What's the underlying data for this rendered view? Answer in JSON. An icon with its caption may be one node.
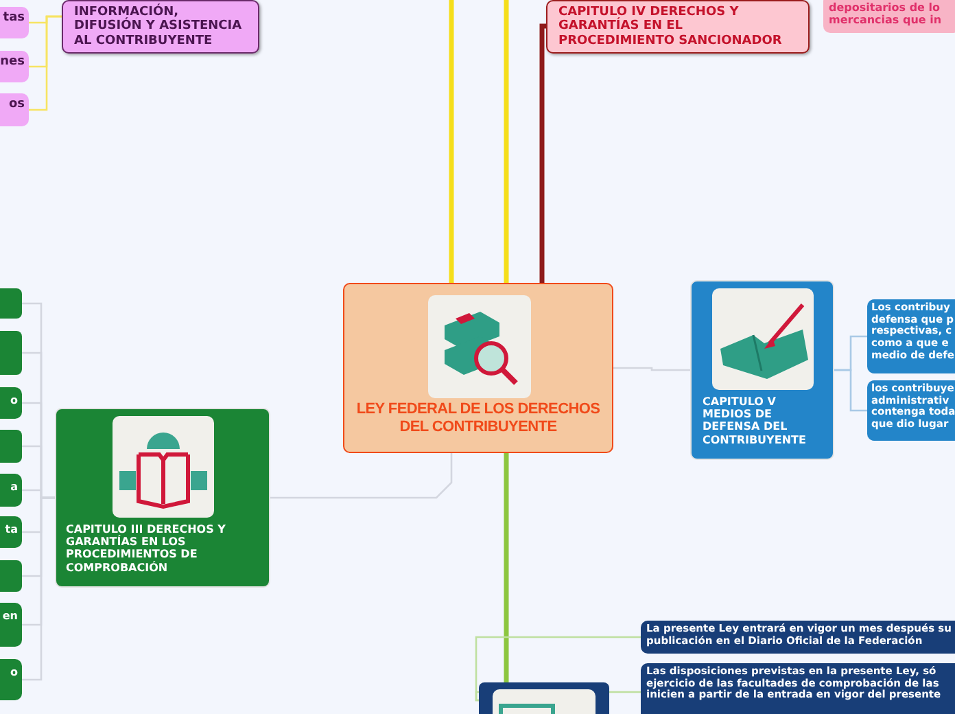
{
  "diagram": {
    "nodes": [
      {
        "text": [
          "INFORMACIÓN, DIFUSIÓN Y ASISTENCIA AL CONTRIBUYENTE"
        ]
      },
      {
        "text": [
          "tas"
        ]
      },
      {
        "text": [
          "nes"
        ]
      },
      {
        "text": [
          "os"
        ]
      },
      {
        "text": [
          "CAPITULO IV DERECHOS Y GARANTÍAS EN EL PROCEDIMIENTO SANCIONADOR"
        ]
      },
      {
        "text": [
          "depositarios de lo mercancias que in"
        ]
      },
      {
        "text": [
          "LEY FEDERAL DE LOS DERECHOS DEL CONTRIBUYENTE"
        ]
      },
      {
        "text": [],
        "shape": "box"
      },
      {
        "text": [],
        "shape": "box"
      },
      {
        "text": [
          "o"
        ]
      },
      {
        "text": [],
        "shape": "box"
      },
      {
        "text": [
          "a"
        ]
      },
      {
        "text": [
          "ta"
        ]
      },
      {
        "text": [],
        "shape": "box"
      },
      {
        "text": [
          "en"
        ]
      },
      {
        "text": [
          "o"
        ]
      },
      {
        "text": [
          "CAPITULO III DERECHOS Y GARANTÍAS EN LOS PROCEDIMIENTOS DE COMPROBACIÓN"
        ]
      },
      {
        "text": [
          "CAPITULO V MEDIOS DE DEFENSA DEL CONTRIBUYENTE"
        ]
      },
      {
        "text": [
          "Los contribuy defensa que p respectivas, c como a que e medio de defe"
        ]
      },
      {
        "text": [
          "los contribuye administrativ contenga toda que dio lugar"
        ]
      },
      {
        "text": [
          "La presente Ley entrará en vigor un mes después su publicación en el Diario Oficial de la Federación"
        ]
      },
      {
        "text": [
          "Las disposiciones previstas en la presente Ley, só ejercicio de las facultades de comprobación de las inicien a partir de la entrada en vigor del presente"
        ]
      },
      {
        "text": [],
        "shape": "box"
      }
    ],
    "edges": [
      {
        "from": 0,
        "to": 1,
        "arrow": "none",
        "color": "#f7e463"
      },
      {
        "from": 0,
        "to": 2,
        "arrow": "none",
        "color": "#f7e463"
      },
      {
        "from": 0,
        "to": 3,
        "arrow": "none",
        "color": "#f7e463"
      },
      {
        "from": 6,
        "to": null,
        "arrow": "none",
        "color": "#f5de1a",
        "style": "thick"
      },
      {
        "from": 6,
        "to": null,
        "arrow": "none",
        "color": "#f5de1a",
        "style": "thick"
      },
      {
        "from": 6,
        "to": 4,
        "arrow": "none",
        "color": "#8e1b1b",
        "style": "thick"
      },
      {
        "from": 6,
        "to": 16,
        "arrow": "none"
      },
      {
        "from": 6,
        "to": 17,
        "arrow": "none"
      },
      {
        "from": 6,
        "to": 22,
        "arrow": "none",
        "color": "#8cc63f",
        "style": "thick"
      },
      {
        "from": 16,
        "to": 7,
        "arrow": "none"
      },
      {
        "from": 16,
        "to": 8,
        "arrow": "none"
      },
      {
        "from": 16,
        "to": 9,
        "arrow": "none"
      },
      {
        "from": 16,
        "to": 10,
        "arrow": "none"
      },
      {
        "from": 16,
        "to": 11,
        "arrow": "none"
      },
      {
        "from": 16,
        "to": 12,
        "arrow": "none"
      },
      {
        "from": 16,
        "to": 13,
        "arrow": "none"
      },
      {
        "from": 16,
        "to": 14,
        "arrow": "none"
      },
      {
        "from": 16,
        "to": 15,
        "arrow": "none"
      },
      {
        "from": 17,
        "to": 18,
        "arrow": "none",
        "color": "#a9c9e6"
      },
      {
        "from": 17,
        "to": 19,
        "arrow": "none",
        "color": "#a9c9e6"
      },
      {
        "from": 22,
        "to": 20,
        "arrow": "none",
        "color": "#bfe0a0"
      },
      {
        "from": 22,
        "to": 21,
        "arrow": "none",
        "color": "#bfe0a0"
      }
    ]
  }
}
